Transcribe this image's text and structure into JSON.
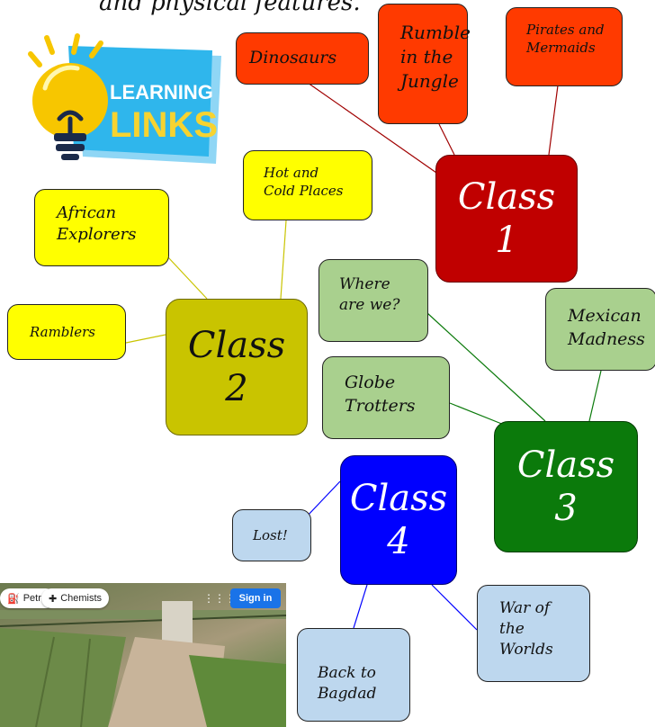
{
  "header": {
    "text": "and physical features."
  },
  "logo": {
    "line1": "LEARNING",
    "line2": "LINKS"
  },
  "colors": {
    "class1": "#c00000",
    "class2": "#c9c400",
    "class3": "#0b7a0b",
    "class4": "#0000ff",
    "topic_red": "#ff3a00",
    "topic_yellow": "#ffff00",
    "topic_green": "#a9d08e",
    "topic_blue": "#bdd7ee"
  },
  "classes": {
    "class1": {
      "label": "Class",
      "number": "1"
    },
    "class2": {
      "label": "Class",
      "number": "2"
    },
    "class3": {
      "label": "Class",
      "number": "3"
    },
    "class4": {
      "label": "Class",
      "number": "4"
    }
  },
  "topics": {
    "dinosaurs": "Dinosaurs",
    "rumble": [
      "Rumble",
      "in the",
      "Jungle"
    ],
    "pirates": [
      "Pirates and",
      "Mermaids"
    ],
    "hot_cold": [
      "Hot and",
      "Cold Places"
    ],
    "african": [
      "African",
      "Explorers"
    ],
    "ramblers": "Ramblers",
    "where": [
      "Where",
      "are we?"
    ],
    "mexican": [
      "Mexican",
      "Madness"
    ],
    "globe": [
      "Globe",
      "Trotters"
    ],
    "lost": "Lost!",
    "war": [
      "War of",
      "the",
      "Worlds"
    ],
    "bagdad": [
      "Back to",
      "Bagdad"
    ]
  },
  "map": {
    "chips": [
      "Petrol",
      "Chemists"
    ],
    "sign_in": "Sign in"
  }
}
